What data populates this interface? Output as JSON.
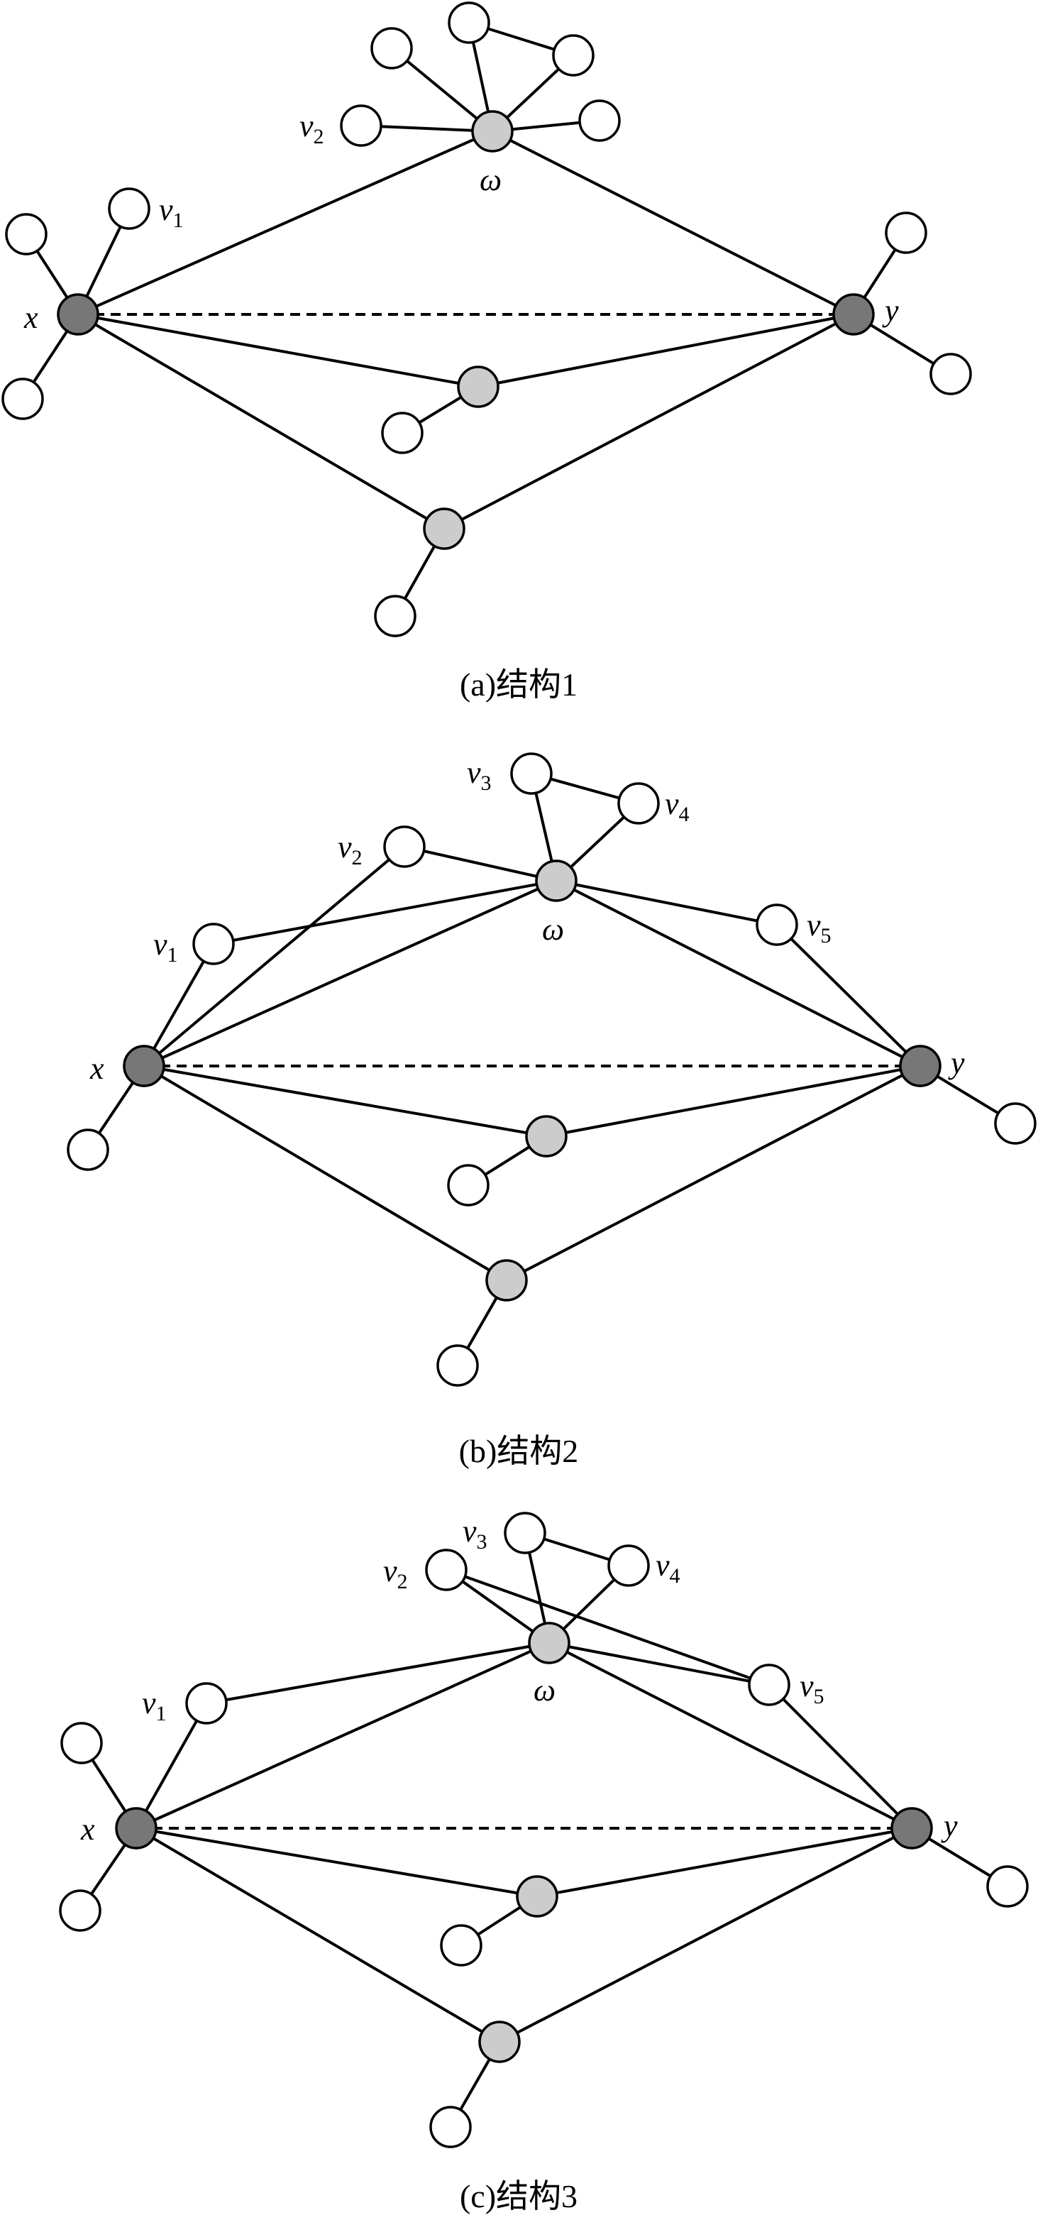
{
  "captions": {
    "a": "(a)结构1",
    "b": "(b)结构2",
    "c": "(c)结构3"
  },
  "labels": {
    "x": "x",
    "y": "y",
    "omega": "ω",
    "v": "v",
    "sub1": "1",
    "sub2": "2",
    "sub3": "3",
    "sub4": "4",
    "sub5": "5"
  },
  "colors": {
    "leaf": "#ffffff",
    "mid": "#cccccc",
    "endpoint": "#777777",
    "line": "#000000"
  }
}
